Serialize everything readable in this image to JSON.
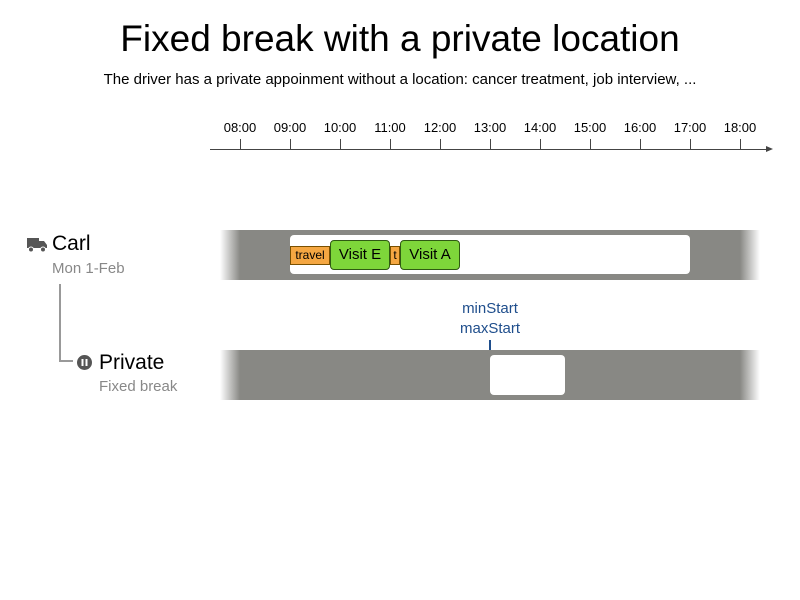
{
  "header": {
    "title": "Fixed break with a private location",
    "subtitle": "The driver has a private appoinment without a location: cancer treatment, job interview, ..."
  },
  "timeline": {
    "ticks": [
      "08:00",
      "09:00",
      "10:00",
      "11:00",
      "12:00",
      "13:00",
      "14:00",
      "15:00",
      "16:00",
      "17:00",
      "18:00"
    ]
  },
  "vehicle": {
    "icon": "truck-icon",
    "name": "Carl",
    "date": "Mon 1-Feb",
    "work_window": {
      "start": "09:00",
      "end": "17:00"
    },
    "items": [
      {
        "type": "travel",
        "label": "travel",
        "start": "09:00",
        "end": "09:48"
      },
      {
        "type": "visit",
        "label": "Visit E",
        "start": "09:48",
        "end": "11:00"
      },
      {
        "type": "travel",
        "label": "t",
        "start": "11:00",
        "end": "11:12"
      },
      {
        "type": "visit",
        "label": "Visit A",
        "start": "11:12",
        "end": "12:24"
      }
    ]
  },
  "break": {
    "icon": "pause-icon",
    "name": "Private",
    "type": "Fixed break",
    "window": {
      "start": "13:00",
      "end": "14:30"
    },
    "marker": {
      "time": "13:00",
      "labels": [
        "minStart",
        "maxStart"
      ]
    }
  },
  "colors": {
    "lane": "#888884",
    "travel": "#f5a742",
    "visit": "#7ed63a",
    "marker": "#1f4e8c"
  }
}
